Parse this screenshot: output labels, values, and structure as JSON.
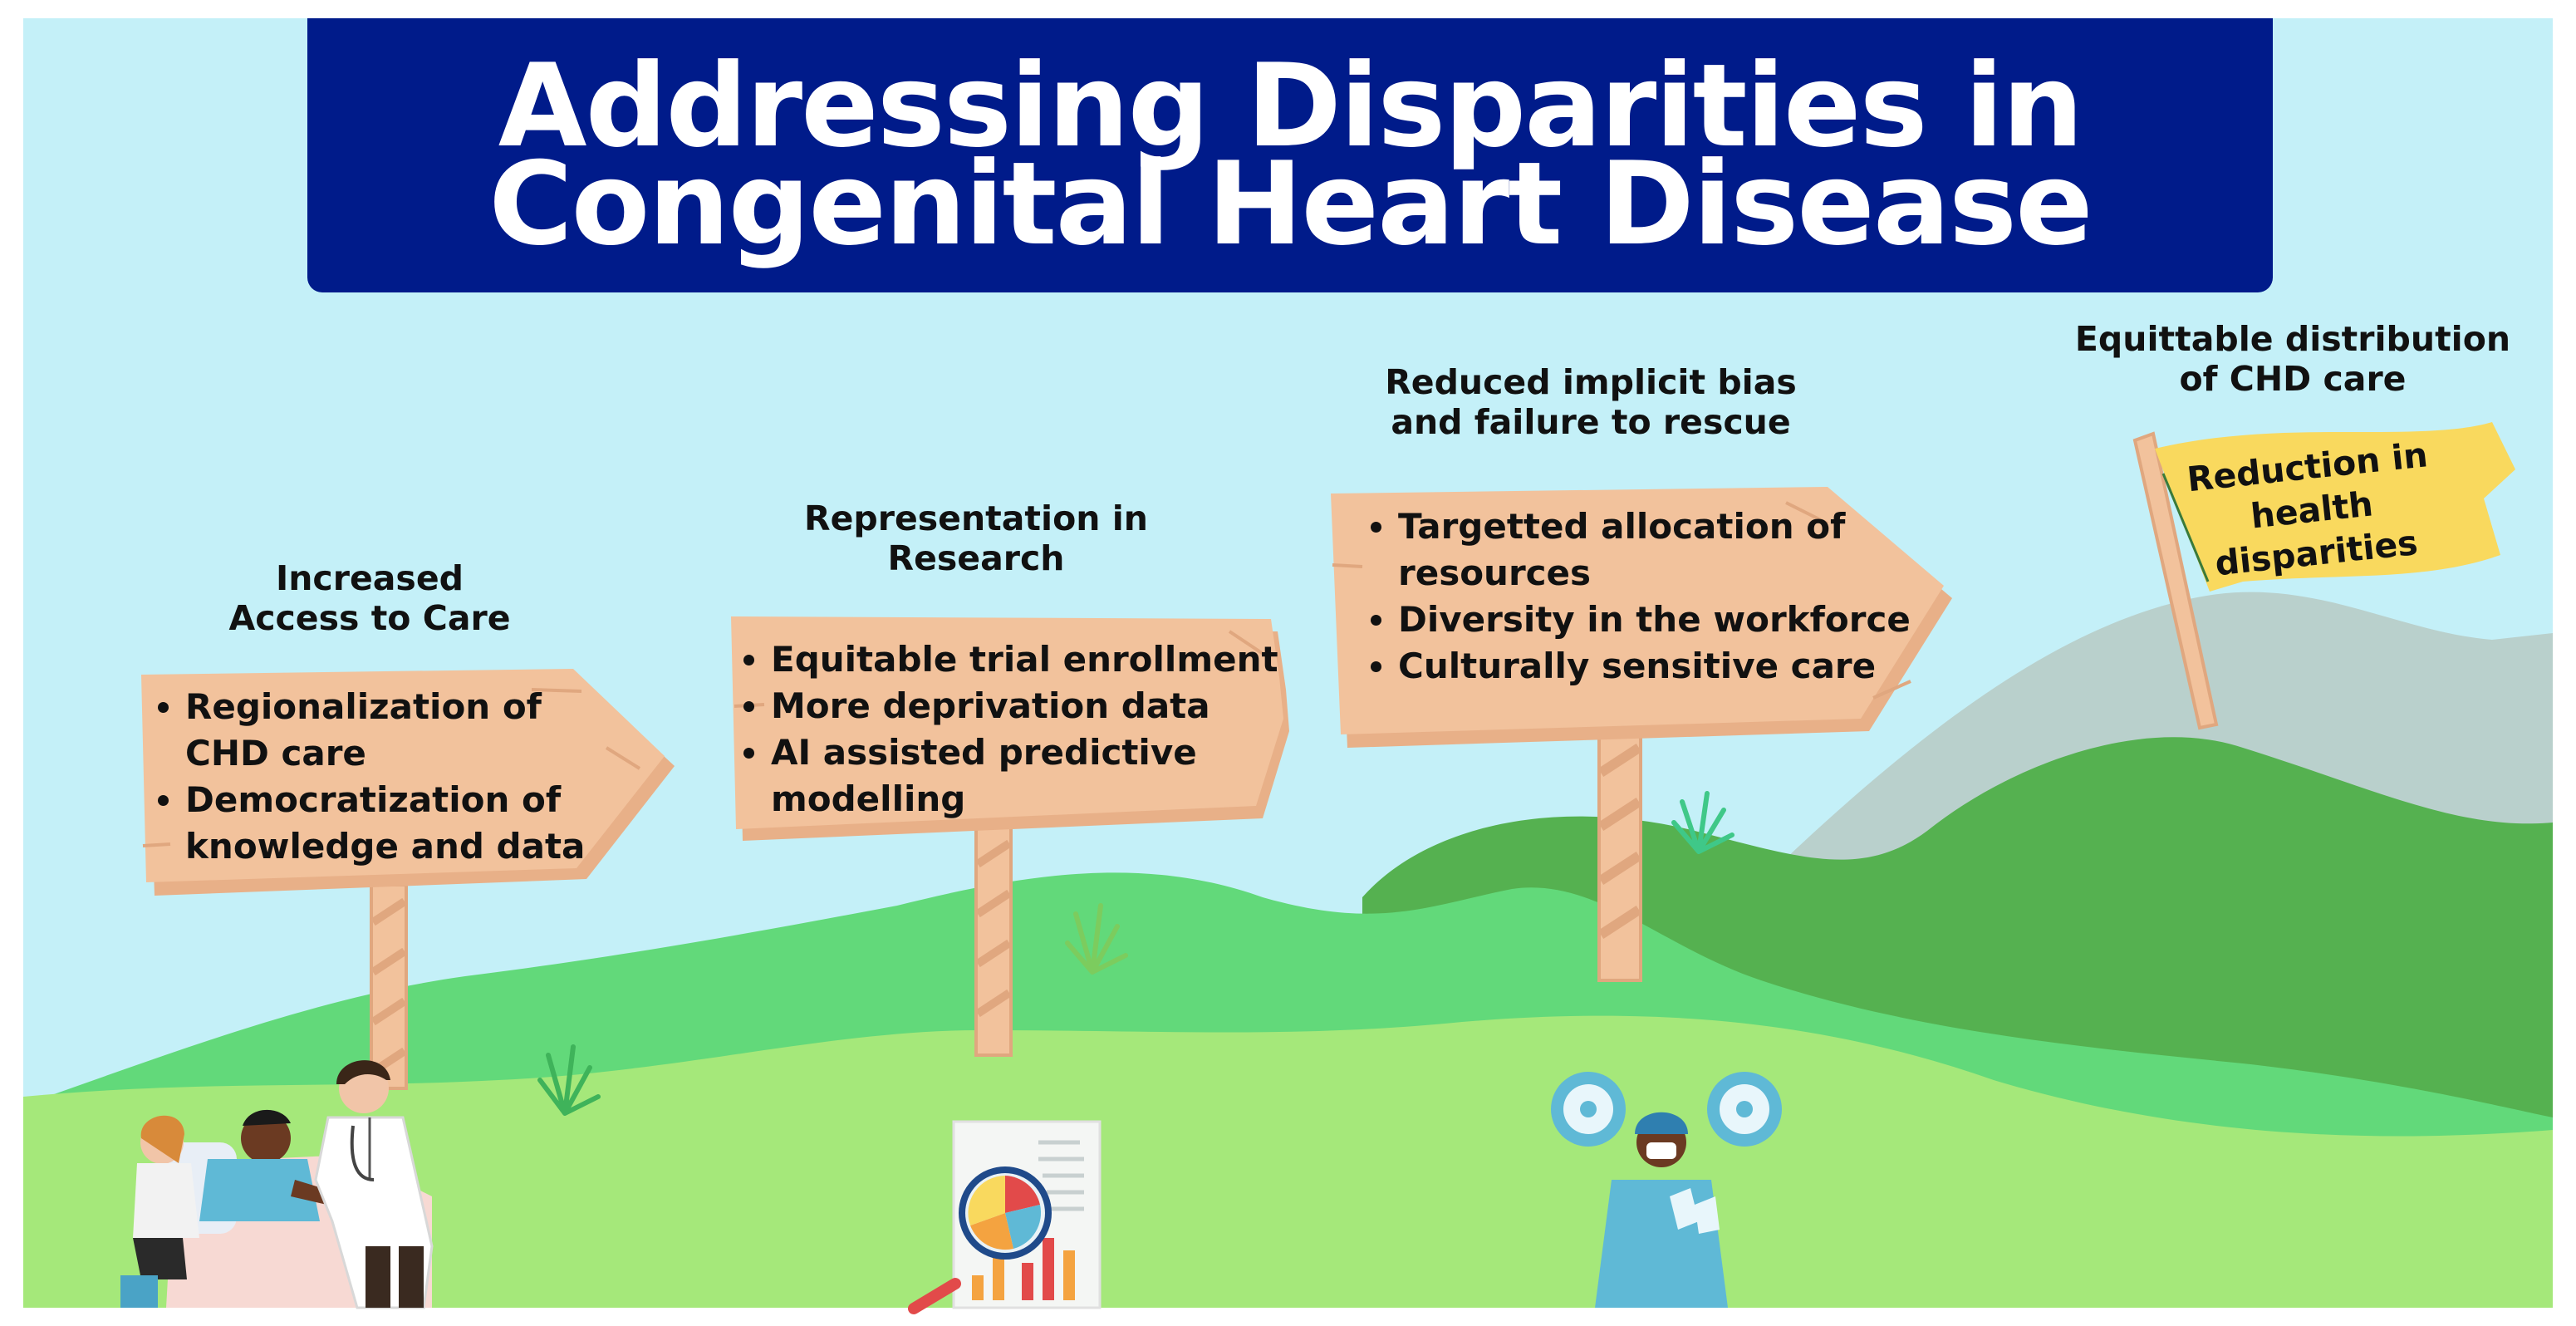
{
  "title": {
    "line1": "Addressing Disparities in",
    "line2": "Congenital Heart Disease"
  },
  "signs": [
    {
      "heading": [
        "Increased",
        "Access to Care"
      ],
      "bullets": [
        [
          "Regionalization of",
          "CHD care"
        ],
        [
          "Democratization of",
          "knowledge and data"
        ]
      ]
    },
    {
      "heading": [
        "Representation in",
        "Research"
      ],
      "bullets": [
        [
          "Equitable trial enrollment"
        ],
        [
          "More deprivation data"
        ],
        [
          "AI assisted predictive",
          "modelling"
        ]
      ]
    },
    {
      "heading": [
        "Reduced implicit bias",
        "and failure to rescue"
      ],
      "bullets": [
        [
          "Targetted allocation of",
          "resources"
        ],
        [
          "Diversity in the workforce"
        ],
        [
          "Culturally sensitive care"
        ]
      ]
    }
  ],
  "goal": {
    "heading": [
      "Equittable distribution",
      "of CHD care"
    ],
    "flag_text": [
      "Reduction in",
      "health",
      "disparities"
    ]
  },
  "colors": {
    "title_bg": "#001b8a",
    "sky": "#c4f0f8",
    "sign_wood": "#f2c29c",
    "sign_edge": "#e0a77f",
    "flag": "#f9d95e",
    "hill_light": "#a5e87a",
    "hill_mid": "#62d97a",
    "hill_dark": "#55b150",
    "mountain": "#b9d0cc"
  },
  "icons": [
    "patient-care-icon",
    "report-analysis-icon",
    "surgeon-icon",
    "grass-icon"
  ]
}
